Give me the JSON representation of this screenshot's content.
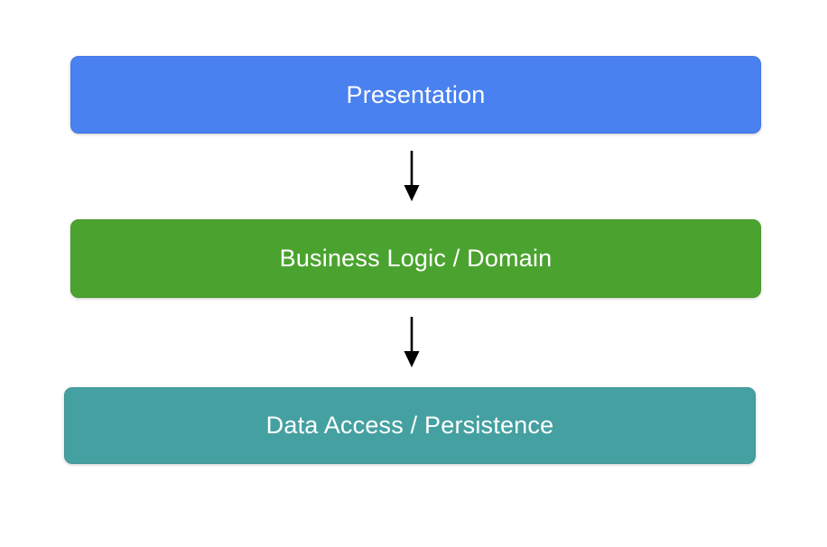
{
  "diagram": {
    "background_color": "#ffffff",
    "text_color": "#ffffff",
    "arrow_color": "#000000",
    "layers": [
      {
        "label": "Presentation",
        "fill_color": "#4a81f0"
      },
      {
        "label": "Business Logic / Domain",
        "fill_color": "#4ba32f"
      },
      {
        "label": "Data Access / Persistence",
        "fill_color": "#45a0a1"
      }
    ]
  }
}
